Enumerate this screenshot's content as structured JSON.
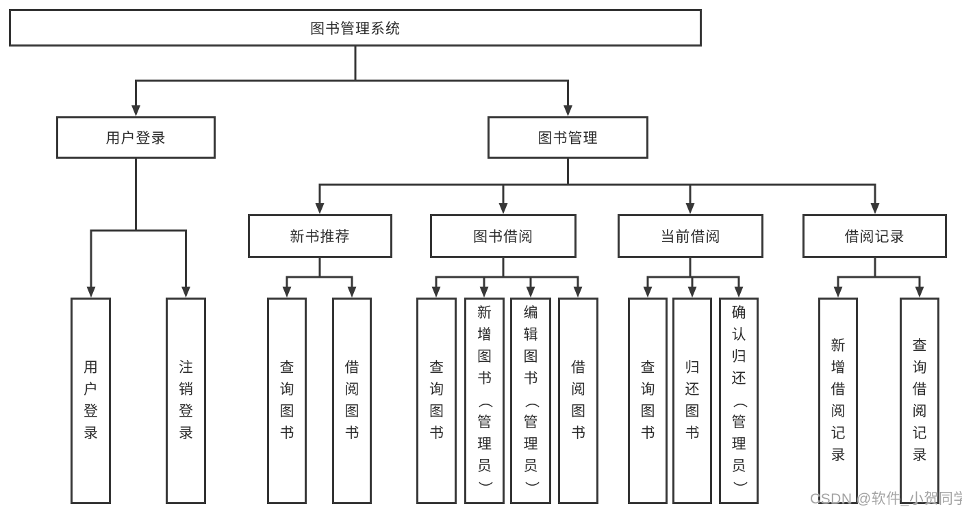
{
  "diagram_type": "hierarchy-tree",
  "tree": {
    "label": "图书管理系统",
    "children": [
      {
        "label": "用户登录",
        "children": [
          {
            "label": "用户登录"
          },
          {
            "label": "注销登录"
          }
        ]
      },
      {
        "label": "图书管理",
        "children": [
          {
            "label": "新书推荐",
            "children": [
              {
                "label": "查询图书"
              },
              {
                "label": "借阅图书"
              }
            ]
          },
          {
            "label": "图书借阅",
            "children": [
              {
                "label": "查询图书"
              },
              {
                "label": "新增图书（管理员）"
              },
              {
                "label": "编辑图书（管理员）"
              },
              {
                "label": "借阅图书"
              }
            ]
          },
          {
            "label": "当前借阅",
            "children": [
              {
                "label": "查询图书"
              },
              {
                "label": "归还图书"
              },
              {
                "label": "确认归还（管理员）"
              }
            ]
          },
          {
            "label": "借阅记录",
            "children": [
              {
                "label": "新增借阅记录"
              },
              {
                "label": "查询借阅记录"
              }
            ]
          }
        ]
      }
    ]
  },
  "watermark": {
    "text": "CSDN @软件_小贺同学"
  },
  "colors": {
    "line": "#373737",
    "box_border": "#373737",
    "box_fill": "#ffffff",
    "text": "#2b2b2b",
    "watermark": "#a3a3a3",
    "background": "#ffffff"
  }
}
